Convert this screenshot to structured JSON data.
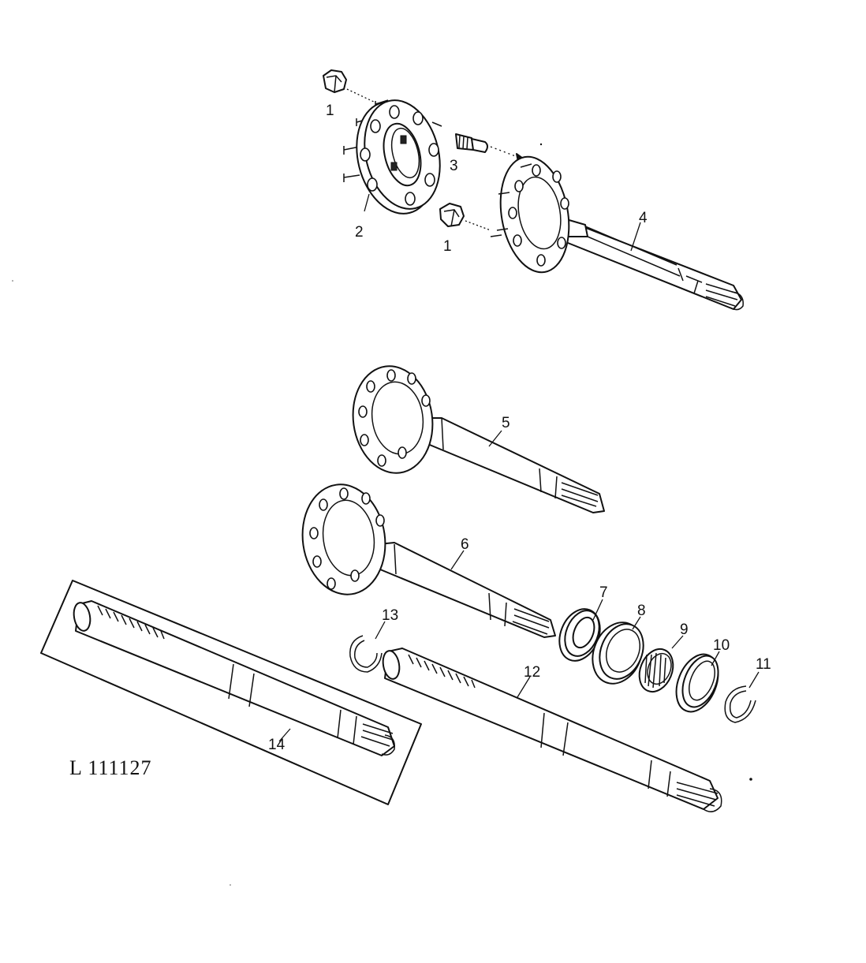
{
  "figure": {
    "reference": "L 111127",
    "callouts": [
      "1",
      "2",
      "3",
      "1",
      "4",
      "5",
      "6",
      "7",
      "8",
      "9",
      "10",
      "11",
      "12",
      "13",
      "14"
    ]
  }
}
